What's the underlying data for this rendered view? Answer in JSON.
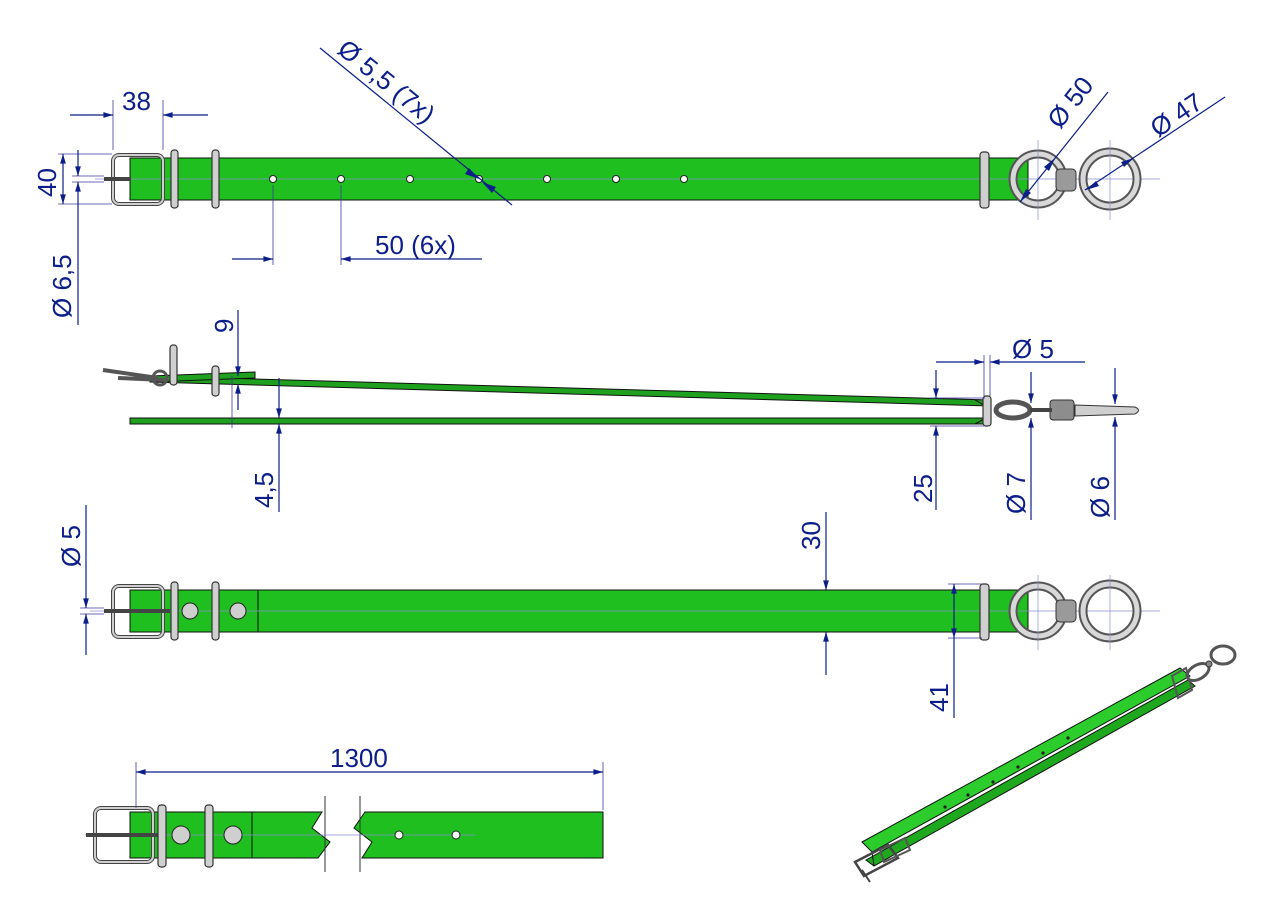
{
  "dimensions": {
    "width_38": "38",
    "height_40": "40",
    "pin_dia_65": "Ø 6,5",
    "hole_dia_55": "Ø 5,5 (7x)",
    "pitch_50": "50  (6x)",
    "ring_dia_50": "Ø 50",
    "ring_dia_47": "Ø 47",
    "thick_9": "9",
    "wire_dia_5": "Ø 5",
    "thick_45": "4,5",
    "gap_25": "25",
    "wire_dia_7": "Ø 7",
    "wire_dia_6": "Ø 6",
    "hole_dia_5": "Ø 5",
    "width_30": "30",
    "width_41": "41",
    "length_1300": "1300"
  },
  "colors": {
    "strap": "#1fbf1f",
    "dimension": "#0b1e8a",
    "metal": "#555555"
  }
}
